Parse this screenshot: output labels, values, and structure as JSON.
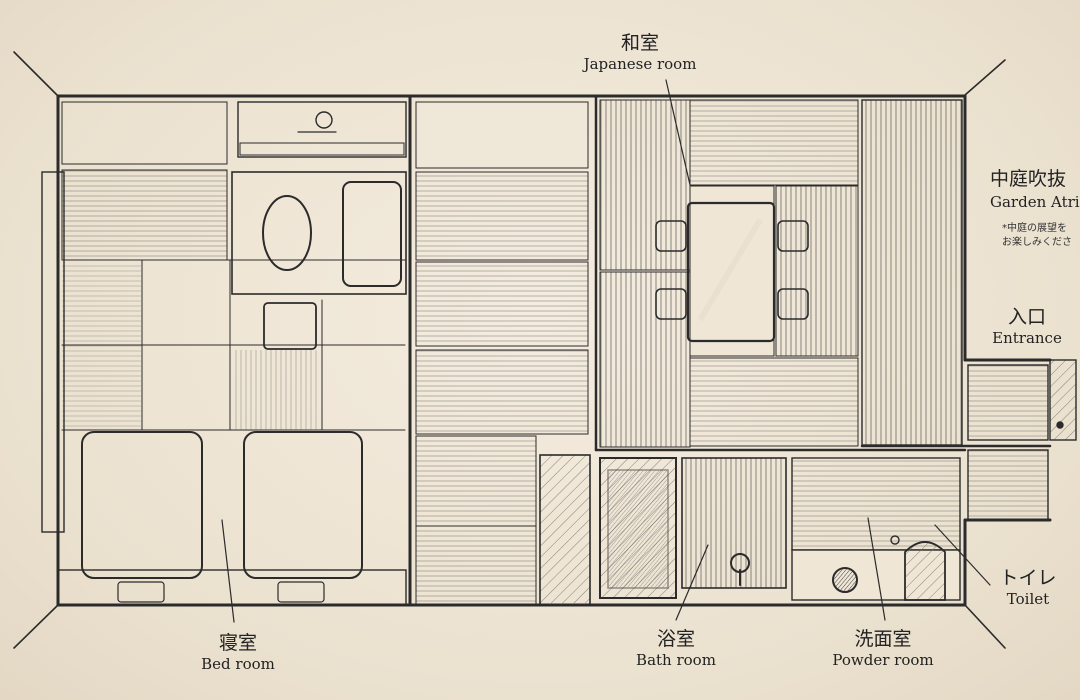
{
  "labels": {
    "japanese_room": {
      "jp": "和室",
      "en": "Japanese room"
    },
    "garden_atrium": {
      "jp": "中庭吹抜",
      "en": "Garden Atri"
    },
    "garden_note": {
      "line1": "*中庭の展望を",
      "line2": "お楽しみくださ"
    },
    "entrance": {
      "jp": "入口",
      "en": "Entrance"
    },
    "bed_room": {
      "jp": "寝室",
      "en": "Bed room"
    },
    "bath_room": {
      "jp": "浴室",
      "en": "Bath room"
    },
    "powder_room": {
      "jp": "洗面室",
      "en": "Powder room"
    },
    "toilet": {
      "jp": "トイレ",
      "en": "Toilet"
    }
  },
  "colors": {
    "ink": "#2b2b2b",
    "paper": "#efe6d6",
    "shade": "#8f8a82",
    "dark": "#4a4a4a"
  }
}
